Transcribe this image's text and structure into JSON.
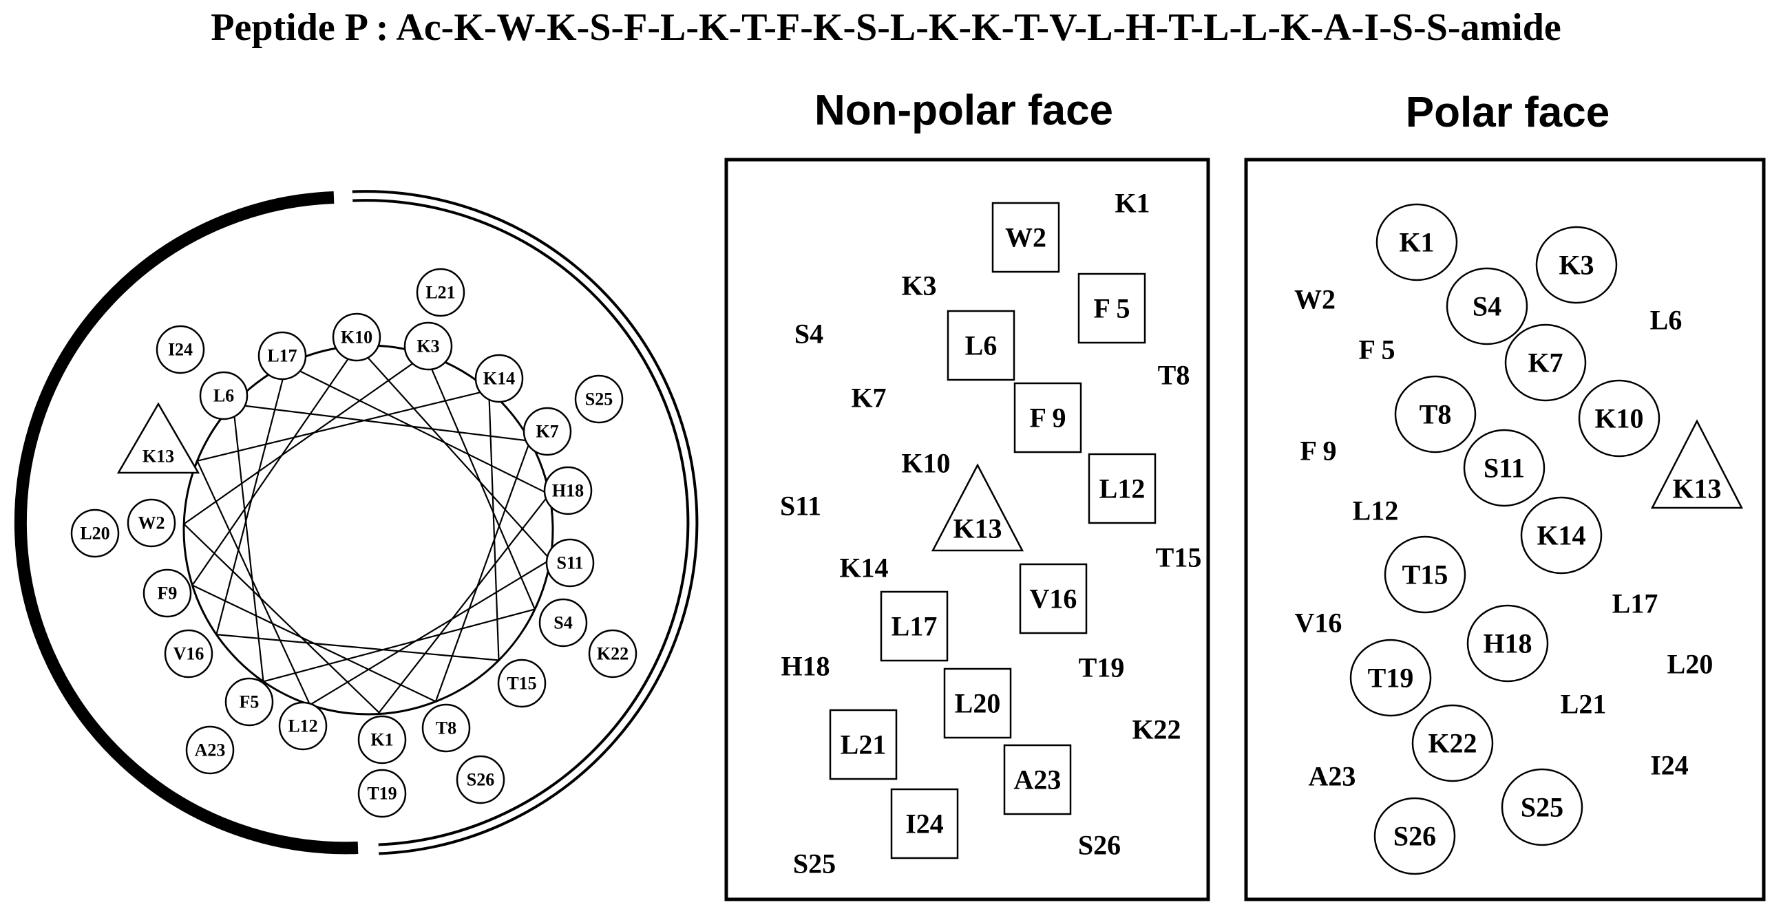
{
  "title": "Peptide P :  Ac-K-W-K-S-F-L-K-T-F-K-S-L-K-K-T-V-L-H-T-L-L-K-A-I-S-S-amide",
  "panels": {
    "nonpolar_title": "Non-polar face",
    "polar_title": "Polar face"
  },
  "helical_wheel": {
    "sequence": [
      "K1",
      "W2",
      "K3",
      "S4",
      "F5",
      "L6",
      "K7",
      "T8",
      "F9",
      "K10",
      "S11",
      "L12",
      "K13",
      "K14",
      "T15",
      "V16",
      "L17",
      "H18",
      "T19",
      "L20",
      "L21",
      "K22",
      "A23",
      "I24",
      "S25",
      "S26"
    ],
    "triangle_residue": "K13"
  },
  "nonpolar_face": {
    "boxed": [
      "W2",
      "F 5",
      "L6",
      "F 9",
      "L12",
      "V16",
      "L17",
      "L20",
      "L21",
      "A23",
      "I24"
    ],
    "triangle": [
      "K13"
    ],
    "plain": [
      "K1",
      "K3",
      "S4",
      "K7",
      "T8",
      "K10",
      "S11",
      "K14",
      "T15",
      "H18",
      "T19",
      "K22",
      "S25",
      "S26"
    ]
  },
  "polar_face": {
    "circled": [
      "K1",
      "K3",
      "S4",
      "K7",
      "T8",
      "K10",
      "S11",
      "K14",
      "T15",
      "H18",
      "T19",
      "K22",
      "S25",
      "S26"
    ],
    "triangle": [
      "K13"
    ],
    "plain": [
      "W2",
      "F 5",
      "L6",
      "F 9",
      "L12",
      "V16",
      "L17",
      "L20",
      "L21",
      "A23",
      "I24"
    ]
  }
}
